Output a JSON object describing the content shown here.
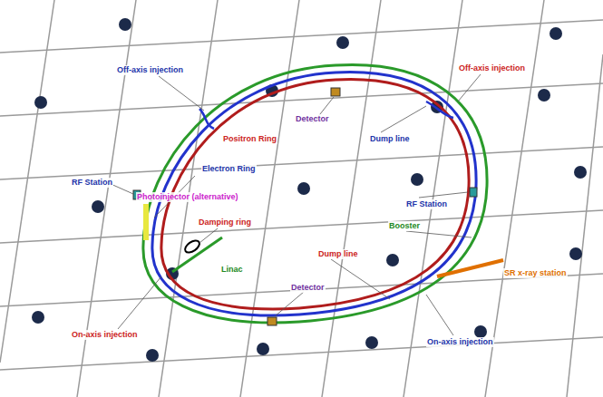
{
  "diagram": {
    "labels": [
      "Off-axis injection",
      "Off-axis injection",
      "Positron Ring",
      "Detector",
      "Dump line",
      "Electron Ring",
      "RF Station",
      "RF Station",
      "Photoinjector (alternative)",
      "Damping ring",
      "Linac",
      "Booster",
      "Dump line",
      "Detector",
      "On-axis injection",
      "SR x-ray station",
      "On-axis injection"
    ]
  }
}
